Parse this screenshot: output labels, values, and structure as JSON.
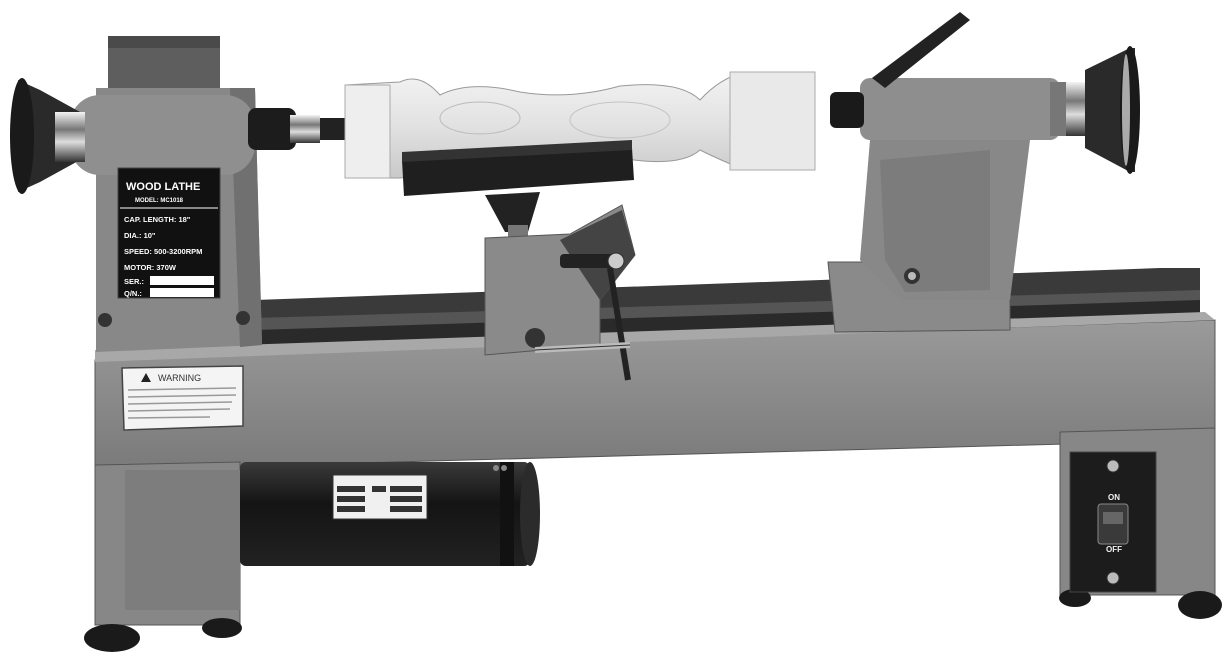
{
  "nameplate": {
    "title": "WOOD LATHE",
    "model": "MODEL: MC1018",
    "cap_length": "CAP. LENGTH: 18\"",
    "dia": "DIA.: 10\"",
    "speed": "SPEED: 500-3200RPM",
    "motor": "MOTOR: 370W",
    "ser_label": "SER.:",
    "qnd_label": "Q/N.:"
  },
  "warning_label": {
    "heading": "WARNING"
  },
  "power_switch": {
    "on_label": "ON",
    "off_label": "OFF"
  },
  "colors": {
    "body_gray": "#8a8a8a",
    "body_dark": "#6e6e6e",
    "motor_black": "#1c1c1c",
    "wood": "#e6e6e6"
  }
}
